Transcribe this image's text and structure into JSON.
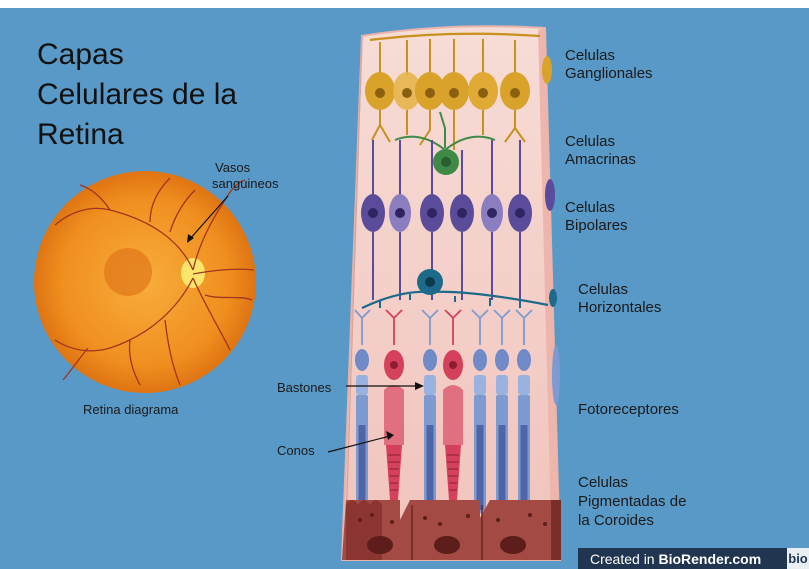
{
  "title": {
    "line1": "Capas",
    "line2": "Celulares de la",
    "line3": "Retina"
  },
  "eye": {
    "vessels_label_line1": "Vasos",
    "vessels_label_line2": "sanguineos",
    "caption": "Retina diagrama"
  },
  "pointers": {
    "rods": "Bastones",
    "cones": "Conos"
  },
  "layers": {
    "ganglion_line1": "Celulas",
    "ganglion_line2": "Ganglionales",
    "amacrine_line1": "Celulas",
    "amacrine_line2": "Amacrinas",
    "bipolar_line1": "Celulas",
    "bipolar_line2": "Bipolares",
    "horizontal_line1": "Celulas",
    "horizontal_line2": "Horizontales",
    "photoreceptors": "Fotoreceptores",
    "pigment_line1": "Celulas",
    "pigment_line2": "Pigmentadas de",
    "pigment_line3": "la Coroides"
  },
  "badge": {
    "prefix": "Created in ",
    "brand": "BioRender.com",
    "logo": "bio"
  },
  "colors": {
    "background": "#5899c7",
    "tissue": "#f6d3cd",
    "ganglion": "#d9a22a",
    "amacrine": "#3f8a47",
    "bipolar": "#5a4c9a",
    "horizontal": "#1d6a8a",
    "rod": "#7d9bd0",
    "cone": "#d5415a",
    "pigment": "#8a3530",
    "eye": "#f29a25"
  }
}
